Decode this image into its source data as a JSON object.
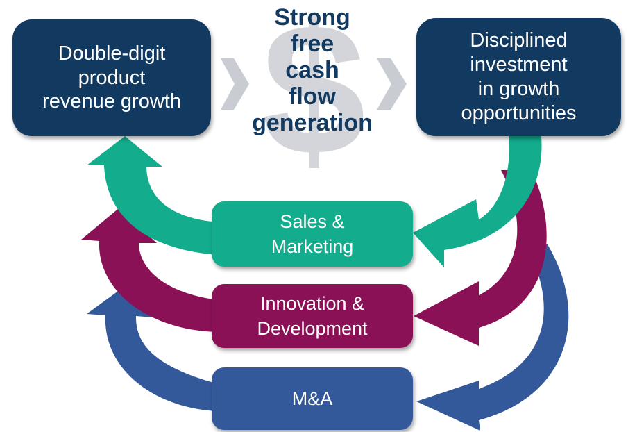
{
  "diagram": {
    "left_box": "Double-digit\nproduct\nrevenue growth",
    "center_text": "Strong\nfree\ncash\nflow\ngeneration",
    "center_symbol": "$",
    "right_box": "Disciplined\ninvestment\nin growth\nopportunities",
    "loops": [
      {
        "label": "Sales &\nMarketing",
        "color": "#13ac8c"
      },
      {
        "label": "Innovation &\nDevelopment",
        "color": "#8a1155"
      },
      {
        "label": "M&A",
        "color": "#34599b"
      }
    ],
    "colors": {
      "navy": "#12395f",
      "gray_arrow": "#c9ccd3",
      "dollar": "#d3d5da"
    }
  }
}
